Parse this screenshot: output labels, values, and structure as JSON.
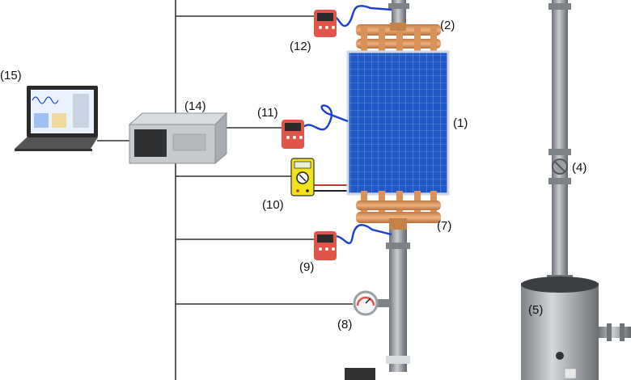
{
  "labels": {
    "pv_panel": "(1)",
    "upper_manifold": "(2)",
    "return_pipe": "(4)",
    "storage_tank": "(5)",
    "lower_manifold": "(7)",
    "pressure_gauge": "(8)",
    "thermometer_inlet": "(9)",
    "multimeter": "(10)",
    "thermometer_panel": "(11)",
    "thermometer_outlet": "(12)",
    "data_logger": "(14)",
    "laptop": "(15)"
  },
  "colors": {
    "panel_blue": "#1f57c4",
    "copper": "#d9935a",
    "pipe_gray": "#8f9499",
    "meter_red": "#e0544a",
    "multimeter_yellow": "#f2e21c",
    "cable_blue": "#1b3fd1"
  },
  "icons": [
    "thermometer-icon",
    "multimeter-icon",
    "pressure-gauge-icon",
    "valve-icon",
    "laptop-icon",
    "data-logger-icon"
  ]
}
